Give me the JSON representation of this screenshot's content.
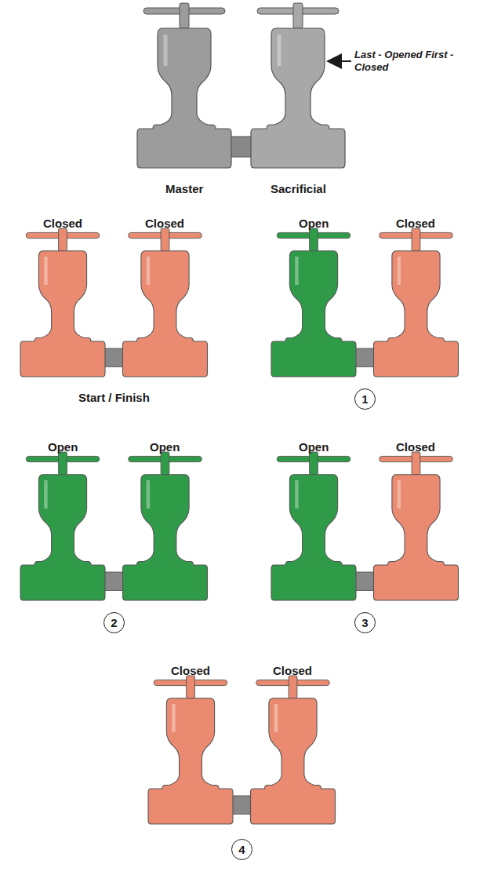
{
  "diagram": {
    "nodes": [
      {
        "text": [
          "1"
        ]
      },
      {
        "text": [
          "2"
        ]
      },
      {
        "text": [
          "3"
        ]
      },
      {
        "text": [
          "4"
        ]
      }
    ],
    "labels": [
      "Last - Opened First - Closed",
      "Master",
      "Sacrificial",
      "Closed",
      "Closed",
      "Open",
      "Closed",
      "Start / Finish",
      "Open",
      "Open",
      "Open",
      "Closed",
      "Closed",
      "Closed"
    ]
  }
}
